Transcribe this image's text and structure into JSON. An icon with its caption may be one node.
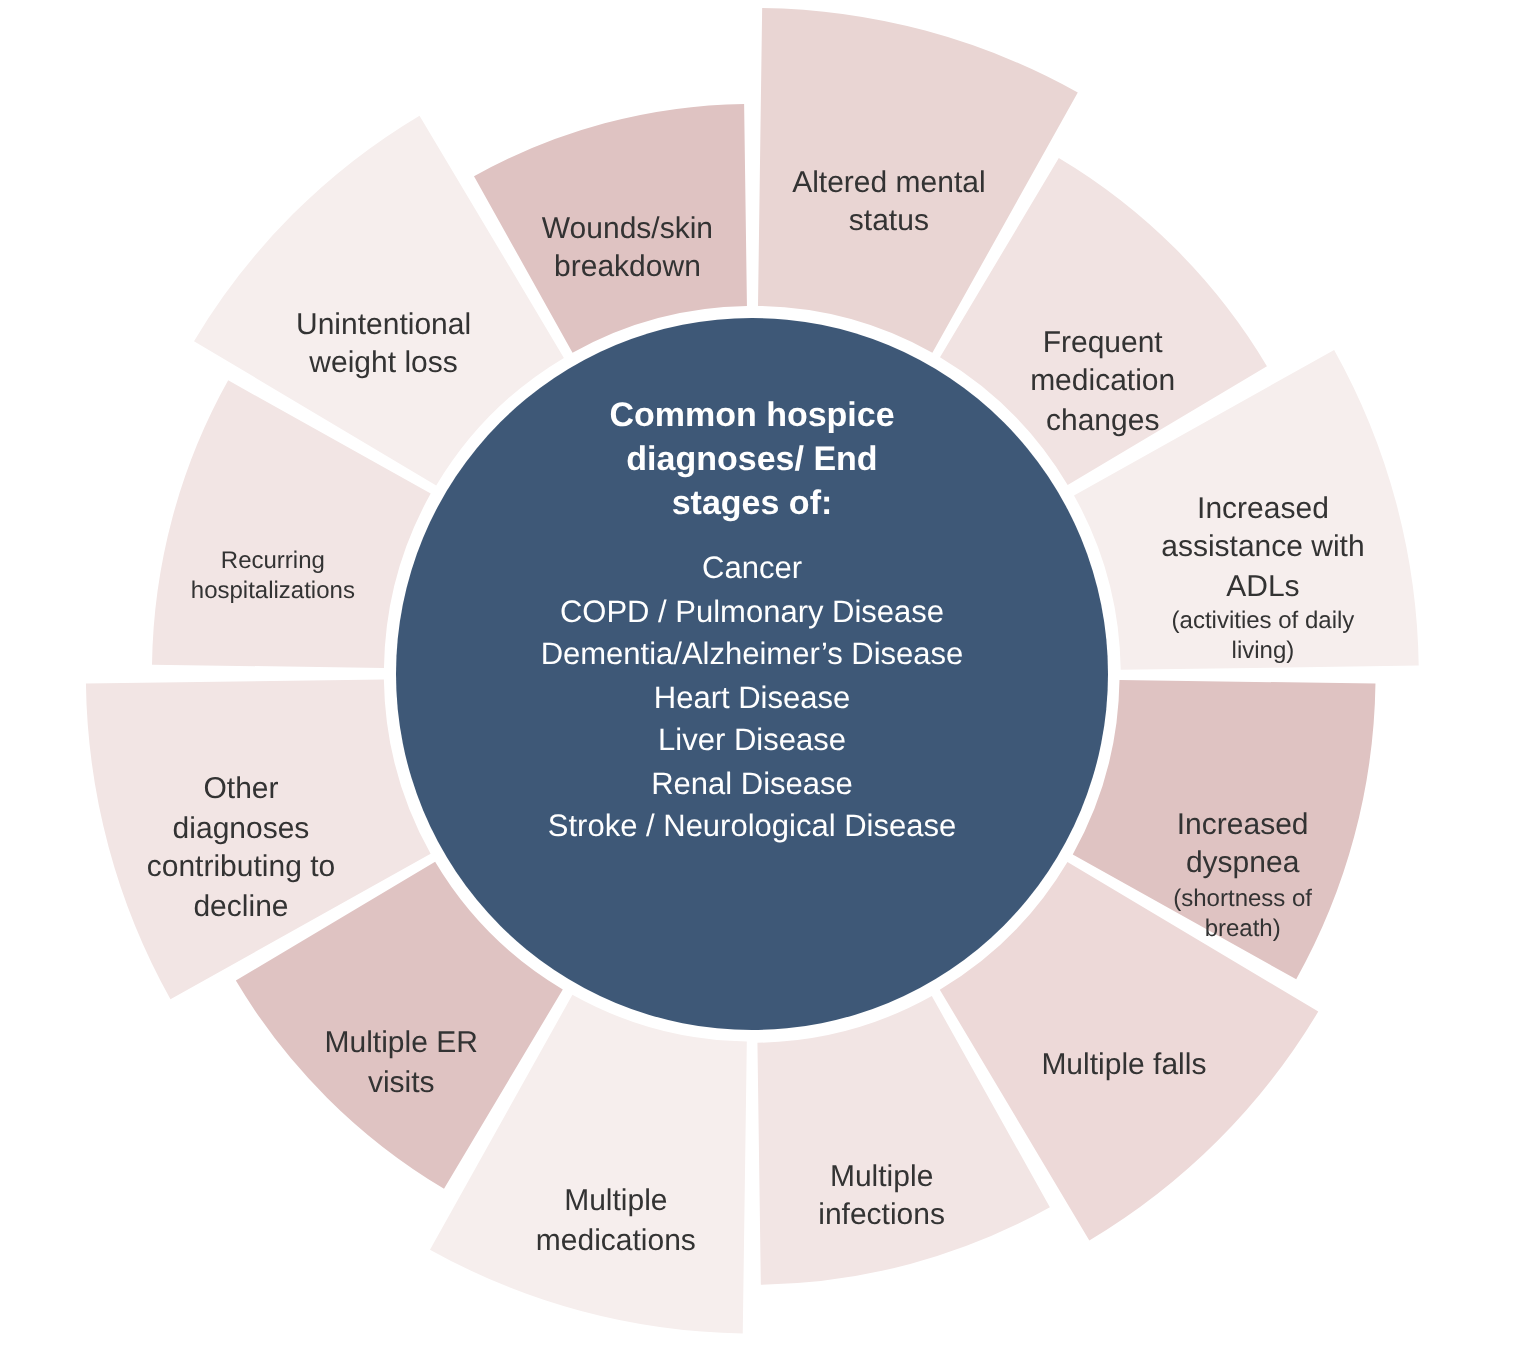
{
  "diagram": {
    "nodes": [
      {
        "text": [
          "Common hospice diagnoses/ End stages of:",
          "Cancer",
          "COPD / Pulmonary Disease",
          "Dementia/Alzheimer’s Disease",
          "Heart Disease",
          "Liver Disease",
          "Renal Disease",
          "Stroke / Neurological Disease"
        ]
      },
      {
        "text": [
          "Altered mental status"
        ]
      },
      {
        "text": [
          "Frequent medication changes"
        ]
      },
      {
        "text": [
          "Increased assistance with ADLs",
          "(activities of daily living)"
        ]
      },
      {
        "text": [
          "Increased dyspnea",
          "(shortness of breath)"
        ]
      },
      {
        "text": [
          "Multiple falls"
        ]
      },
      {
        "text": [
          "Multiple infections"
        ]
      },
      {
        "text": [
          "Multiple medications"
        ]
      },
      {
        "text": [
          "Multiple ER visits"
        ]
      },
      {
        "text": [
          "Other diagnoses contributing to decline"
        ]
      },
      {
        "text": [
          "Recurring hospitalizations"
        ]
      },
      {
        "text": [
          "Unintentional weight loss"
        ]
      },
      {
        "text": [
          "Wounds/skin breakdown"
        ]
      }
    ]
  }
}
